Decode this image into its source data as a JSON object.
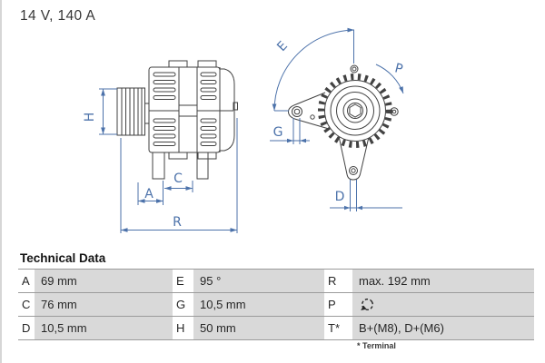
{
  "header": {
    "rating": "14 V, 140 A"
  },
  "diagram": {
    "dims": {
      "H": "H",
      "A": "A",
      "C": "C",
      "R": "R",
      "E": "E",
      "P": "P",
      "G": "G",
      "D": "D"
    }
  },
  "table": {
    "title": "Technical Data",
    "rows": [
      {
        "cells": [
          {
            "key": "A",
            "value": "69 mm"
          },
          {
            "key": "E",
            "value": "95 °"
          },
          {
            "key": "R",
            "value": "max. 192 mm"
          }
        ]
      },
      {
        "cells": [
          {
            "key": "C",
            "value": "76 mm"
          },
          {
            "key": "G",
            "value": "10,5 mm"
          },
          {
            "key": "P",
            "value": "",
            "icon": "rotation-direction-clockwise"
          }
        ]
      },
      {
        "cells": [
          {
            "key": "D",
            "value": "10,5 mm"
          },
          {
            "key": "H",
            "value": "50 mm"
          },
          {
            "key": "T*",
            "value": "B+(M8), D+(M6)"
          }
        ]
      }
    ],
    "footnote": "* Terminal"
  },
  "colors": {
    "dimension_blue": "#4c72aa",
    "line_dark": "#424242",
    "cell_gray": "#d9d9d9",
    "separator_gray": "#9b9b9b"
  }
}
